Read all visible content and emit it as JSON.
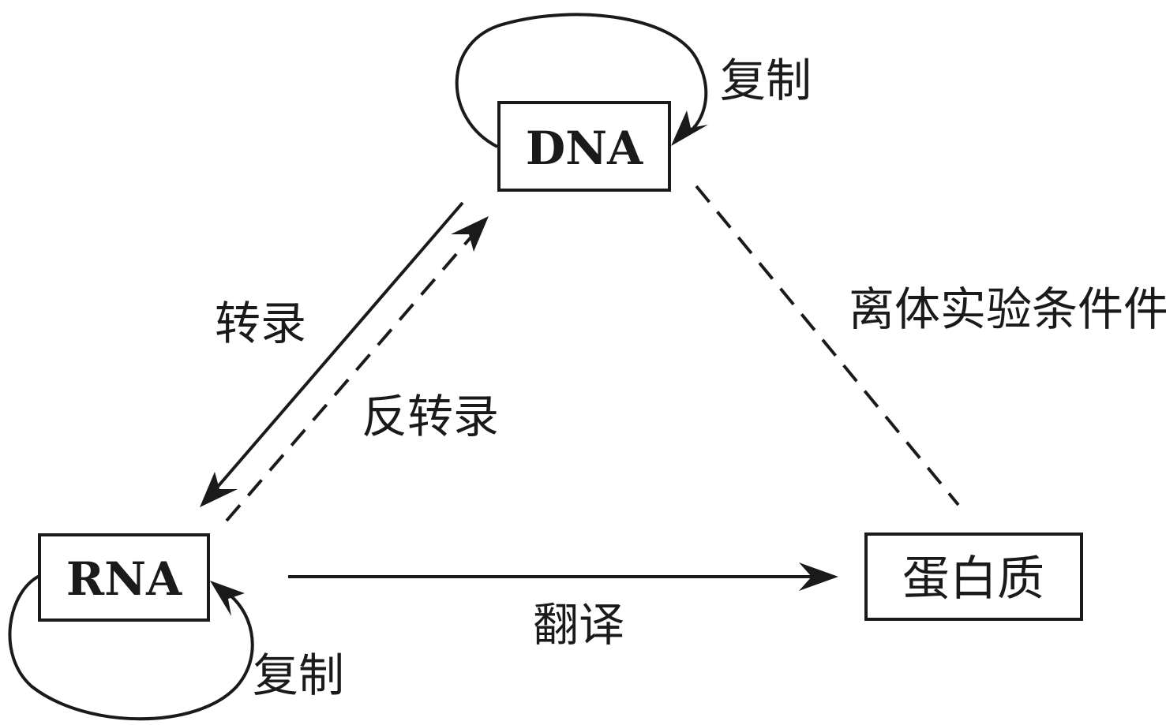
{
  "nodes": {
    "dna": "DNA",
    "rna": "RNA",
    "protein": "蛋白质"
  },
  "edges": {
    "dna_replication": "复制",
    "rna_replication": "复制",
    "transcription": "转录",
    "reverse_transcription": "反转录",
    "translation": "翻译",
    "in_vitro_condition": "离体实验条件件"
  },
  "colors": {
    "ink": "#1a1a1a",
    "background": "#ffffff"
  }
}
